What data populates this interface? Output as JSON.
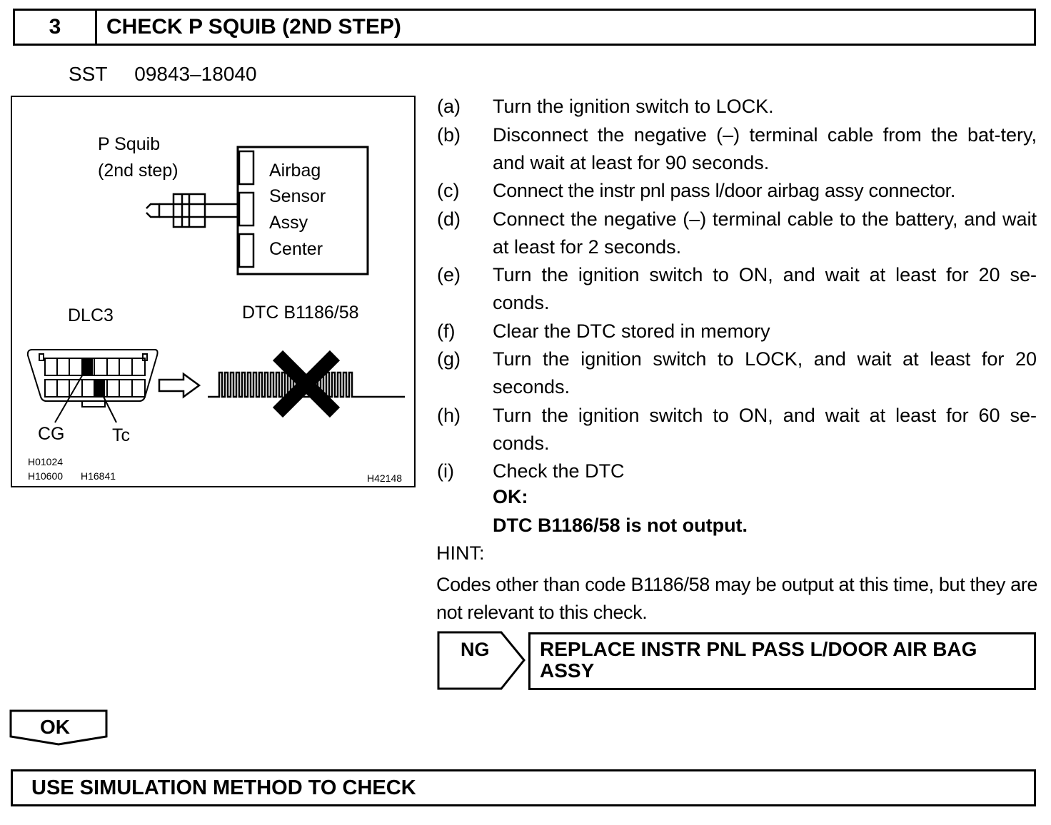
{
  "header": {
    "number": "3",
    "title": "CHECK P SQUIB (2ND STEP)"
  },
  "sst": {
    "label": "SST",
    "code": "09843–18040"
  },
  "figure": {
    "p_squib_line1": "P Squib",
    "p_squib_line2": "(2nd step)",
    "airbag_lines": [
      "Airbag",
      "Sensor",
      "Assy",
      "Center"
    ],
    "dlc3": "DLC3",
    "dtc": "DTC B1186/58",
    "cg": "CG",
    "tc": "Tc",
    "ref1": "H01024",
    "ref2": "H10600",
    "ref3": "H16841",
    "ref4": "H42148"
  },
  "steps": [
    {
      "label": "(a)",
      "text": "Turn the ignition switch to LOCK."
    },
    {
      "label": "(b)",
      "text": "Disconnect the negative (–) terminal cable from the bat-tery, and wait at least for 90 seconds."
    },
    {
      "label": "(c)",
      "text": "Connect the instr pnl pass l/door airbag assy connector."
    },
    {
      "label": "(d)",
      "text": "Connect the negative (–) terminal cable to the battery, and wait at least for 2 seconds."
    },
    {
      "label": "(e)",
      "text": "Turn the ignition switch to ON, and wait at least for 20 se-conds."
    },
    {
      "label": "(f)",
      "text": "Clear the DTC stored in memory"
    },
    {
      "label": "(g)",
      "text": "Turn the ignition switch to LOCK, and wait at least for 20 seconds."
    },
    {
      "label": "(h)",
      "text": "Turn the ignition switch to ON, and wait at least for 60 se-conds."
    },
    {
      "label": "(i)",
      "text": "Check the DTC"
    }
  ],
  "ok_heading": "OK:",
  "ok_text": "DTC B1186/58 is not output.",
  "hint_label": "HINT:",
  "hint_text": "Codes other than code B1186/58 may be output at this time, but they are not relevant to this check.",
  "ng": {
    "label": "NG",
    "text": "REPLACE INSTR PNL PASS L/DOOR AIR BAG ASSY"
  },
  "ok_label": "OK",
  "final": "USE SIMULATION METHOD TO CHECK"
}
